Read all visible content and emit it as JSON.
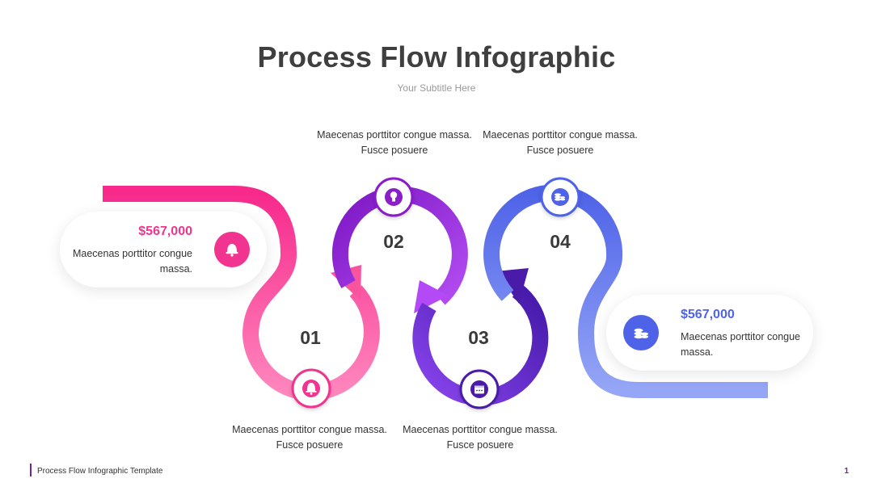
{
  "header": {
    "title": "Process Flow Infographic",
    "subtitle": "Your Subtitle Here"
  },
  "steps": [
    {
      "number": "01",
      "caption_line1": "Maecenas porttitor congue massa.",
      "caption_line2": "Fusce posuere",
      "icon": "bell-icon",
      "color": "#f0348f"
    },
    {
      "number": "02",
      "caption_line1": "Maecenas porttitor congue massa.",
      "caption_line2": "Fusce posuere",
      "icon": "lightbulb-icon",
      "color": "#8a1fc9"
    },
    {
      "number": "03",
      "caption_line1": "Maecenas porttitor congue massa.",
      "caption_line2": "Fusce posuere",
      "icon": "calendar-icon",
      "color": "#4a1aa8"
    },
    {
      "number": "04",
      "caption_line1": "Maecenas porttitor congue massa.",
      "caption_line2": "Fusce posuere",
      "icon": "coins-icon",
      "color": "#4f63e8"
    }
  ],
  "cards": {
    "left": {
      "amount": "$567,000",
      "text_line1": "Maecenas porttitor congue",
      "text_line2": "massa.",
      "icon": "bell-icon",
      "color": "#f0348f"
    },
    "right": {
      "amount": "$567,000",
      "text_line1": "Maecenas porttitor congue",
      "text_line2": "massa.",
      "icon": "coins-icon",
      "color": "#4f63e8"
    }
  },
  "footer": {
    "label": "Process Flow Infographic Template",
    "page": "1"
  },
  "colors": {
    "pink": "#f0348f",
    "purple": "#8a1fc9",
    "violet": "#5a2bd6",
    "blue": "#4f63e8",
    "light_blue": "#8ea2f5"
  }
}
